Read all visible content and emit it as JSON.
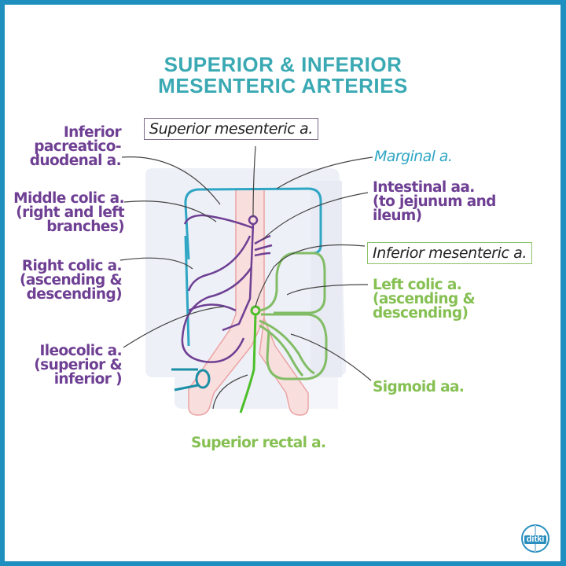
{
  "title": {
    "line1": "SUPERIOR & INFERIOR",
    "line2": "MESENTERIC ARTERIES"
  },
  "boxes": {
    "superior_mesenteric": "Superior mesenteric a.",
    "inferior_mesenteric": "Inferior mesenteric a."
  },
  "labels_left": [
    {
      "id": "inferior-pancreaticoduodenal",
      "text": "Inferior\npacreatico-\nduodenal a."
    },
    {
      "id": "middle-colic",
      "text": "Middle colic a.\n(right and left\nbranches)"
    },
    {
      "id": "right-colic",
      "text": "Right colic a.\n(ascending &\ndescending)"
    },
    {
      "id": "ileocolic",
      "text": "Ileocolic a.\n(superior &\ninferior )"
    }
  ],
  "labels_right": [
    {
      "id": "marginal",
      "text": "Marginal a."
    },
    {
      "id": "intestinal",
      "text": "Intestinal aa.\n(to jejunum and\nileum)"
    },
    {
      "id": "left-colic",
      "text": "Left colic a.\n(ascending &\ndescending)"
    },
    {
      "id": "sigmoid",
      "text": "Sigmoid aa."
    }
  ],
  "labels_bottom": {
    "superior_rectal": "Superior rectal a."
  },
  "logo": {
    "text": "ditki"
  },
  "colors": {
    "frame": "#1f8fbf",
    "title": "#3aa9b3",
    "sma_branches": "#6e3f93",
    "ima_branches": "#86c053",
    "marginal": "#2ea6c4",
    "aorta": "#f2b8b8",
    "leader": "#444444"
  }
}
